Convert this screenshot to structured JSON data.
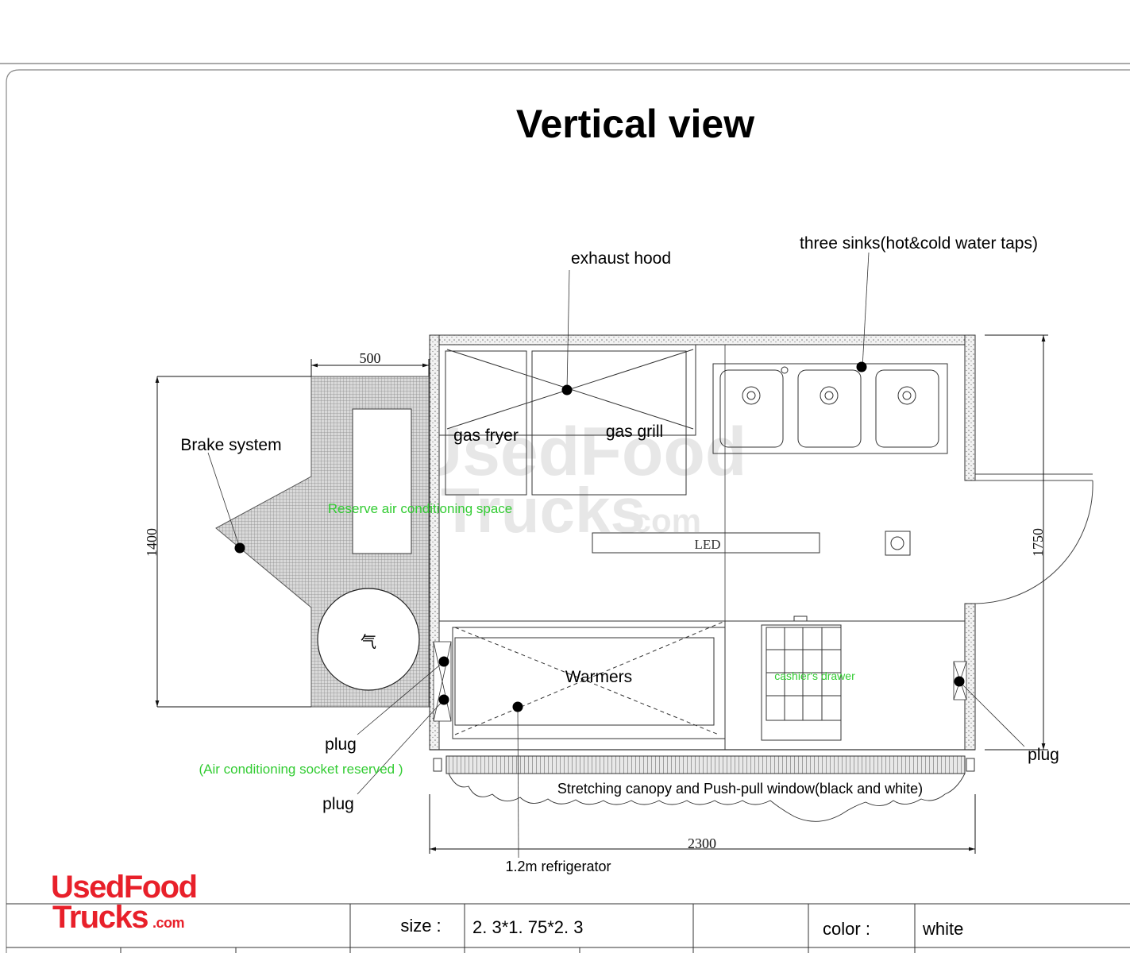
{
  "title": "Vertical view",
  "labels": {
    "exhaust_hood": "exhaust hood",
    "three_sinks": "three sinks(hot&cold water taps)",
    "brake_system": "Brake system",
    "gas_fryer": "gas fryer",
    "gas_grill": "gas grill",
    "reserve_ac": "Reserve air conditioning space",
    "led": "LED",
    "gas_tank": "气",
    "warmers": "Warmers",
    "cashiers_drawer": "cashier's drawer",
    "plug_top": "plug",
    "ac_socket": "(Air conditioning socket reserved )",
    "plug_bottom": "plug",
    "plug_right": "plug",
    "canopy": "Stretching canopy and Push-pull window(black and white)",
    "refrigerator": "1.2m refrigerator"
  },
  "dimensions": {
    "hitch_width": "500",
    "hitch_length": "1400",
    "body_width": "1750",
    "body_length": "2300"
  },
  "watermark": {
    "line1": "UsedFood",
    "line2": "Trucks",
    "suffix": ".com"
  },
  "logo": {
    "line1": "UsedFood",
    "line2": "Trucks",
    "suffix": ".com"
  },
  "spec_table": {
    "size_label": "size :",
    "size_value": "2. 3*1. 75*2. 3",
    "color_label": "color :",
    "color_value": "white"
  },
  "colors": {
    "line": "#111111",
    "green_note": "#33cc33",
    "logo_red": "#e8202a",
    "hatch": "#8a8a8a"
  }
}
